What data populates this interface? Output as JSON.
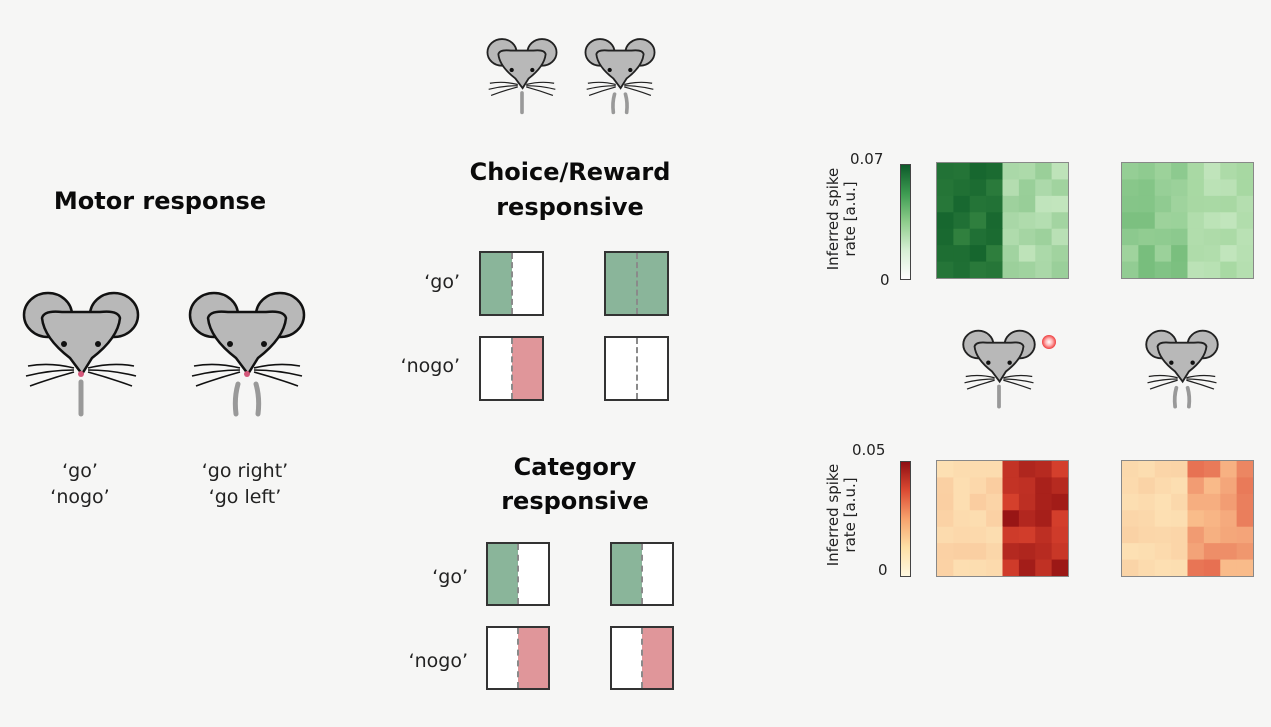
{
  "motor": {
    "title": "Motor response",
    "left_label_1": "‘go’",
    "left_label_2": "‘nogo’",
    "right_label_1": "‘go right’",
    "right_label_2": "‘go left’"
  },
  "choice": {
    "title_1": "Choice/Reward",
    "title_2": "responsive",
    "row_go": "‘go’",
    "row_nogo": "‘nogo’"
  },
  "category": {
    "title_1": "Category",
    "title_2": "responsive",
    "row_go": "‘go’",
    "row_nogo": "‘nogo’"
  },
  "heatmaps": {
    "top": {
      "colorbar_label_1": "Inferred spike",
      "colorbar_label_2": "rate [a.u.]",
      "max": "0.07",
      "min": "0"
    },
    "bottom": {
      "colorbar_label_1": "Inferred spike",
      "colorbar_label_2": "rate [a.u.]",
      "max": "0.05",
      "min": "0"
    }
  },
  "colors": {
    "go_green": "#8ab59a",
    "nogo_red": "#e0969a",
    "mouse_gray": "#b8b8b8",
    "ear_inner": "#9e9e9e"
  },
  "icons": [
    "mouse-icon",
    "lick-spout-icon"
  ]
}
